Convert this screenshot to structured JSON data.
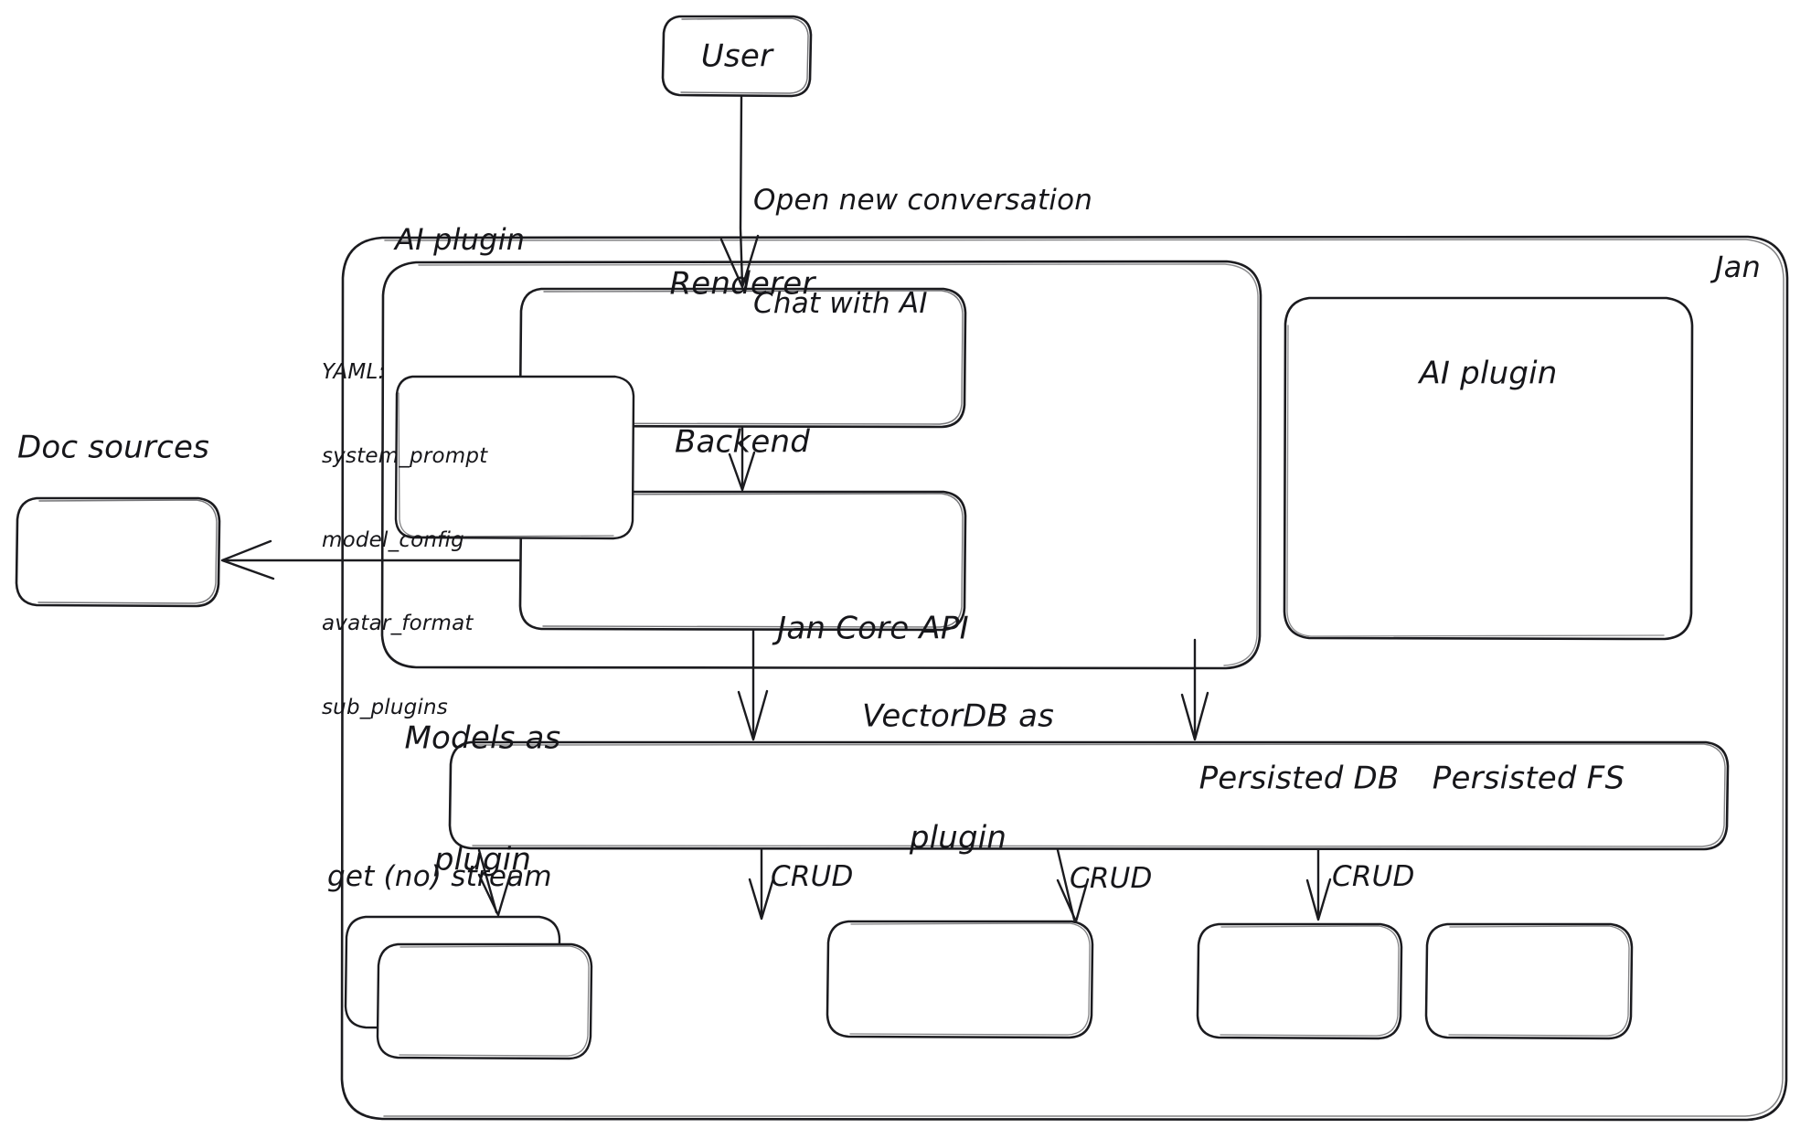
{
  "diagram": {
    "title": "Jan",
    "containers": [
      {
        "id": "jan",
        "label": "Jan"
      },
      {
        "id": "ai-plugin-group",
        "label": "AI plugin"
      }
    ],
    "nodes": {
      "user": "User",
      "renderer": "Renderer",
      "backend": "Backend",
      "ai_plugin": "AI plugin",
      "doc_sources": "Doc sources",
      "jan_core_api": "Jan Core API",
      "models_plugin_line1": "Models as",
      "models_plugin_line2": "plugin",
      "vectordb_line1": "VectorDB as",
      "vectordb_line2": "plugin",
      "persisted_db": "Persisted DB",
      "persisted_fs": "Persisted FS"
    },
    "yaml_note": {
      "title": "YAML:",
      "keys": [
        "system_prompt",
        "model_config",
        "avatar_format",
        "sub_plugins"
      ]
    },
    "edge_labels": {
      "user_to_renderer_line1": "Open new conversation",
      "user_to_renderer_line2": "Chat with AI",
      "api_to_models": "get (no) stream",
      "api_to_vectordb": "CRUD",
      "api_to_persisted_db": "CRUD",
      "api_to_persisted_fs": "CRUD"
    },
    "style": {
      "stroke": "#1b1b1f",
      "background": "#ffffff"
    }
  }
}
